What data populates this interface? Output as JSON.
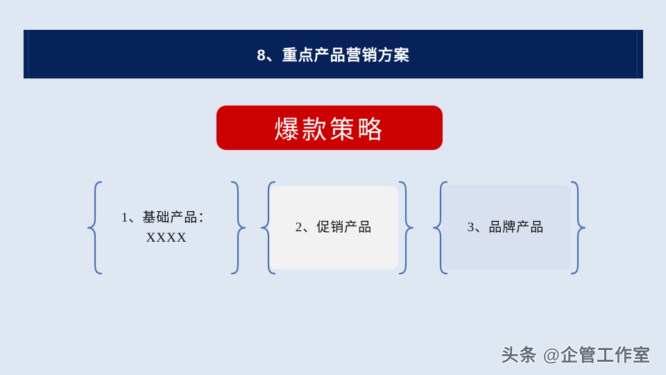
{
  "slide": {
    "background_color": "#dee7f2",
    "title": {
      "text": "8、重点产品营销方案",
      "background_color": "#062259",
      "text_color": "#ffffff"
    },
    "banner": {
      "text": "爆款策略",
      "background_color": "#cc0000",
      "text_color": "#ffffff"
    },
    "groups": [
      {
        "label": "1、基础产品：\nXXXX",
        "box_color": "none",
        "brace_color": "#4a72b5"
      },
      {
        "label": "2、促销产品",
        "box_color": "#f2f2f2",
        "brace_color": "#4a72b5"
      },
      {
        "label": "3、品牌产品",
        "box_color": "#d9e0f0",
        "brace_color": "#4a72b5"
      }
    ],
    "watermark": {
      "text": "头条 @企管工作室"
    }
  }
}
